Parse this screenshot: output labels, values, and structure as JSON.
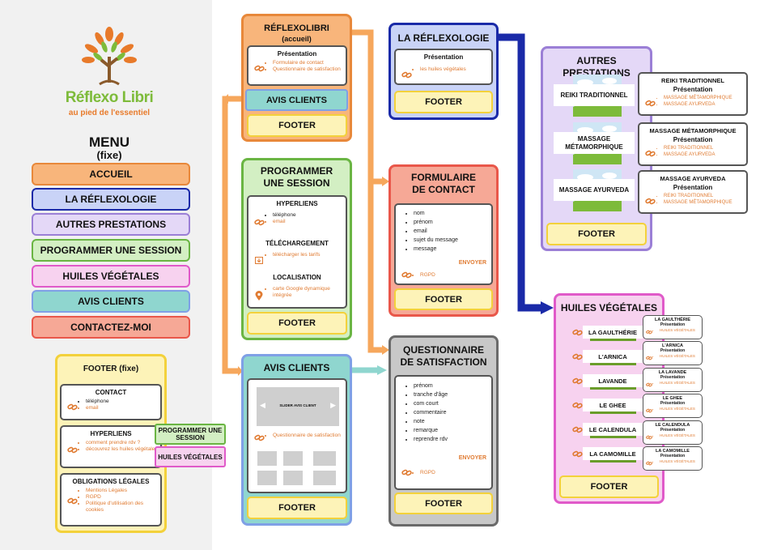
{
  "logo": {
    "name": "Réflexo Libri",
    "tagline": "au pied de l'essentiel"
  },
  "menu": {
    "title": "MENU",
    "subtitle": "(fixe)",
    "items": [
      {
        "label": "ACCUEIL",
        "color": "#f8b57b",
        "border": "#e8883a"
      },
      {
        "label": "LA RÉFLEXOLOGIE",
        "color": "#c9d3f7",
        "border": "#1a2aa8"
      },
      {
        "label": "AUTRES PRESTATIONS",
        "color": "#e4d8f7",
        "border": "#9b7fd6"
      },
      {
        "label": "PROGRAMMER UNE SESSION",
        "color": "#d3efc3",
        "border": "#6ab543"
      },
      {
        "label": "HUILES VÉGÉTALES",
        "color": "#f7d2ef",
        "border": "#e05ac9"
      },
      {
        "label": "AVIS CLIENTS",
        "color": "#8fd6cf",
        "border": "#7fa0e6"
      },
      {
        "label": "CONTACTEZ-MOI",
        "color": "#f6a896",
        "border": "#e9574a"
      }
    ]
  },
  "footer_fixe": {
    "title": "FOOTER (fixe)",
    "contact": {
      "title": "CONTACT",
      "links": [
        "téléphone",
        "email"
      ]
    },
    "hyperliens": {
      "title": "HYPERLIENS",
      "links": [
        "comment prendre rdv ?",
        "découvrez les huiles végétales"
      ]
    },
    "obligations": {
      "title": "OBLIGATIONS LÉGALES",
      "links": [
        "Mentions Légales",
        "RGPD",
        "Politique d'utilisation des cookies"
      ]
    },
    "tag1": "PROGRAMMER UNE SESSION",
    "tag2": "HUILES VÉGÉTALES"
  },
  "accueil": {
    "title": "RÉFLEXOLIBRI",
    "subtitle": "(accueil)",
    "section": "Présentation",
    "links": [
      "Formulaire de contact",
      "Questionnaire de satisfaction"
    ],
    "avis": "AVIS CLIENTS",
    "footer": "FOOTER"
  },
  "programmer": {
    "title": "PROGRAMMER UNE SESSION",
    "hyperliens": {
      "title": "HYPERLIENS",
      "items": [
        "téléphone",
        "email"
      ]
    },
    "telechargement": {
      "title": "TÉLÉCHARGEMENT",
      "items": [
        "télécharger les tarifs"
      ]
    },
    "localisation": {
      "title": "LOCALISATION",
      "items": [
        "carte Google dynamique intégrée"
      ]
    },
    "footer": "FOOTER"
  },
  "avis_clients": {
    "title": "AVIS CLIENTS",
    "slider": "SLIDER AVIS CLIENT",
    "links": [
      "Questionnaire de satisfaction"
    ],
    "footer": "FOOTER"
  },
  "reflexologie": {
    "title": "LA RÉFLEXOLOGIE",
    "section": "Présentation",
    "links": [
      "les huiles végétales"
    ],
    "footer": "FOOTER"
  },
  "formulaire": {
    "title": "FORMULAIRE DE CONTACT",
    "fields": [
      "nom",
      "prénom",
      "email",
      "sujet du message",
      "message"
    ],
    "send": "ENVOYER",
    "links": [
      "RGPD"
    ],
    "footer": "FOOTER"
  },
  "questionnaire": {
    "title": "QUESTIONNAIRE DE SATISFACTION",
    "fields": [
      "prénom",
      "tranche d'âge",
      "com court",
      "commentaire",
      "note",
      "remarque",
      "reprendre rdv"
    ],
    "send": "ENVOYER",
    "links": [
      "RGPD"
    ],
    "footer": "FOOTER"
  },
  "autres": {
    "title": "AUTRES PRESTATIONS",
    "items": [
      "REIKI TRADITIONNEL",
      "MASSAGE MÉTAMORPHIQUE",
      "MASSAGE AYURVEDA"
    ],
    "cards": [
      {
        "title": "REIKI TRADITIONNEL",
        "section": "Présentation",
        "links": [
          "MASSAGE MÉTAMORPHIQUE",
          "MASSAGE AYURVEDA"
        ]
      },
      {
        "title": "MASSAGE MÉTAMORPHIQUE",
        "section": "Présentation",
        "links": [
          "REIKI TRADITIONNEL",
          "MASSAGE AYURVEDA"
        ]
      },
      {
        "title": "MASSAGE AYURVEDA",
        "section": "Présentation",
        "links": [
          "REIKI TRADITIONNEL",
          "MASSAGE MÉTAMORPHIQUE"
        ]
      }
    ],
    "footer": "FOOTER"
  },
  "huiles": {
    "title": "HUILES VÉGÉTALES",
    "items": [
      "LA GAULTHÉRIE",
      "L'ARNICA",
      "LAVANDE",
      "LE GHEE",
      "LE CALENDULA",
      "LA CAMOMILLE"
    ],
    "cards": [
      {
        "title": "LA GAULTHÉRIE",
        "section": "Présentation",
        "links": [
          "HUILES VÉGÉTALES"
        ]
      },
      {
        "title": "L'ARNICA",
        "section": "Présentation",
        "links": [
          "HUILES VÉGÉTALES"
        ]
      },
      {
        "title": "LA LAVANDE",
        "section": "Présentation",
        "links": [
          "HUILES VÉGÉTALES"
        ]
      },
      {
        "title": "LE GHEE",
        "section": "Présentation",
        "links": [
          "HUILES VÉGÉTALES"
        ]
      },
      {
        "title": "LE CALENDULA",
        "section": "Présentation",
        "links": [
          "HUILES VÉGÉTALES"
        ]
      },
      {
        "title": "LA CAMOMILLE",
        "section": "Présentation",
        "links": [
          "HUILES VÉGÉTALES"
        ]
      }
    ],
    "footer": "FOOTER"
  },
  "colors": {
    "orange": "#f6a75c",
    "navy": "#1a2aa8",
    "teal": "#8fd6cf",
    "link": "#e07b32",
    "footer_border": "#f3d13b"
  }
}
